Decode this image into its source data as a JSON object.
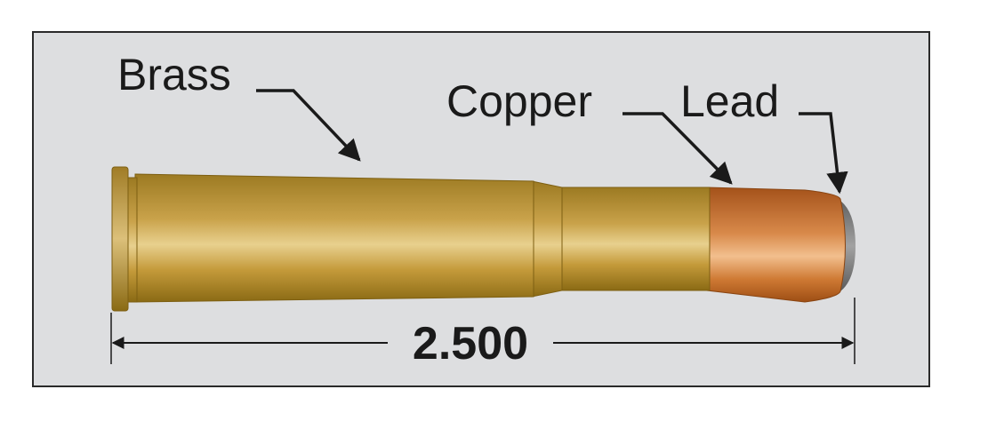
{
  "labels": {
    "brass": "Brass",
    "copper": "Copper",
    "lead": "Lead"
  },
  "dimension": {
    "length": "2.500"
  },
  "colors": {
    "panel": "#dddee0",
    "border": "#2a2a2a",
    "brass_dark": "#8a6a14",
    "brass_mid": "#c49a3a",
    "brass_light": "#e6cb86",
    "copper_dark": "#9e4e14",
    "copper_mid": "#cf7a34",
    "copper_light": "#f0b986",
    "lead_dark": "#5c5c5c",
    "lead_light": "#9a9a9a",
    "ink": "#1a1a1a"
  }
}
